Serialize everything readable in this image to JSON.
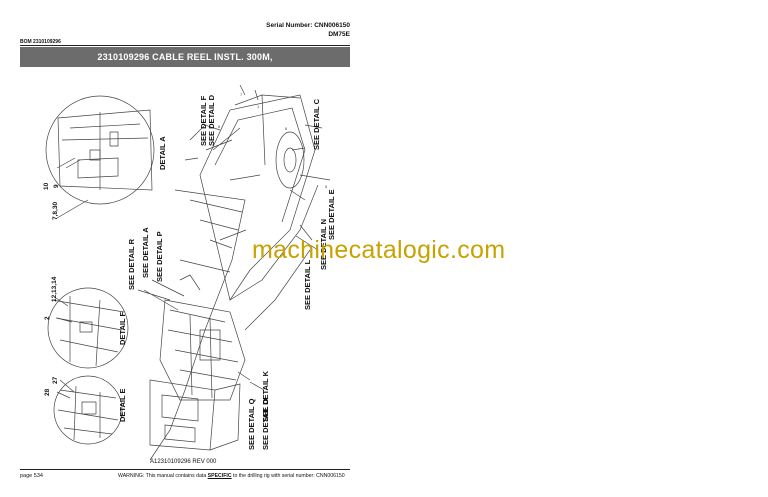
{
  "header": {
    "serial_number": "Serial Number: CNN006150",
    "model": "DM75E",
    "bom": "BOM 2310109296"
  },
  "banner": {
    "title": "2310109296 CABLE REEL INSTL. 300M,"
  },
  "callouts": {
    "detail_a": "DETAIL A",
    "detail_f": "DETAIL F",
    "detail_e": "DETAIL E",
    "see_detail_f": "SEE DETAIL F",
    "see_detail_d": "SEE DETAIL D",
    "see_detail_c": "SEE DETAIL C",
    "see_detail_r": "SEE DETAIL R",
    "see_detail_a": "SEE DETAIL A",
    "see_detail_p": "SEE DETAIL P",
    "see_detail_n": "SEE DETAIL N",
    "see_detail_e": "SEE DETAIL E",
    "see_detail_l": "SEE DETAIL L",
    "see_detail_k": "SEE DETAIL K",
    "see_detail_q": "SEE DETAIL Q",
    "see_detail_o": "SEE DETAIL O"
  },
  "item_numbers": {
    "n10": "10",
    "n9": "9",
    "n7830": "7,8,30",
    "n121314": "12,13,14",
    "n2": "2",
    "n28": "28",
    "n27": "27"
  },
  "drawing_ref": "A12310109296 REV 000",
  "watermark": "machinecatalogic.com",
  "footer": {
    "page": "page 534",
    "warning_pre": "WARNING:  This manual contains data ",
    "warning_em": "SPECIFIC",
    "warning_post": " to the drilling rig with serial number:  CNN006150"
  }
}
